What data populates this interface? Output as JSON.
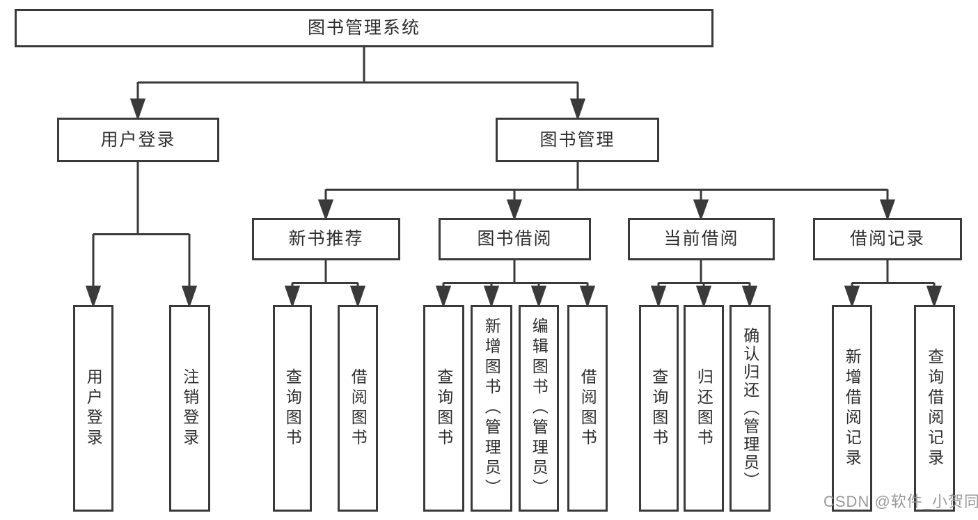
{
  "diagram": {
    "root": {
      "label": "图书管理系统"
    },
    "branches": [
      {
        "label": "用户登录",
        "children": [
          {
            "label": "用户登录"
          },
          {
            "label": "注销登录"
          }
        ]
      },
      {
        "label": "图书管理",
        "children": [
          {
            "label": "新书推荐",
            "children": [
              {
                "label": "查询图书"
              },
              {
                "label": "借阅图书"
              }
            ]
          },
          {
            "label": "图书借阅",
            "children": [
              {
                "label": "查询图书"
              },
              {
                "label": "新增图书（管理员）"
              },
              {
                "label": "编辑图书（管理员）"
              },
              {
                "label": "借阅图书"
              }
            ]
          },
          {
            "label": "当前借阅",
            "children": [
              {
                "label": "查询图书"
              },
              {
                "label": "归还图书"
              },
              {
                "label": "确认归还（管理员）"
              }
            ]
          },
          {
            "label": "借阅记录",
            "children": [
              {
                "label": "新增借阅记录"
              },
              {
                "label": "查询借阅记录"
              }
            ]
          }
        ]
      }
    ]
  },
  "watermark": {
    "text": "CSDN @软件_小贺同学"
  },
  "colors": {
    "line": "#3a3a3a",
    "text": "#2e2e2e",
    "watermark": "#949494",
    "background": "#ffffff"
  }
}
